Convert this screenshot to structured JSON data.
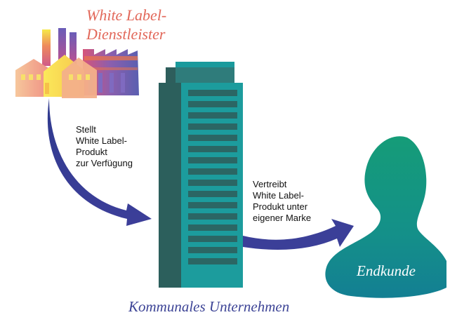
{
  "provider": {
    "title_lines": [
      "White Label-",
      "Dienstleister"
    ]
  },
  "steps": {
    "provide": [
      "Stellt",
      "White Label-",
      "Produkt",
      "zur Verfügung"
    ],
    "distribute": [
      "Vertreibt",
      "White Label-",
      "Produkt unter",
      "eigener Marke"
    ]
  },
  "company": {
    "label": "Kommunales Unternehmen"
  },
  "customer": {
    "label": "Endkunde"
  },
  "colors": {
    "provider_text": "#e2685a",
    "arrow": "#3b3f98",
    "building_teal": "#1a9a9c",
    "customer_green": "#13907a",
    "company_text": "#3d4496"
  }
}
